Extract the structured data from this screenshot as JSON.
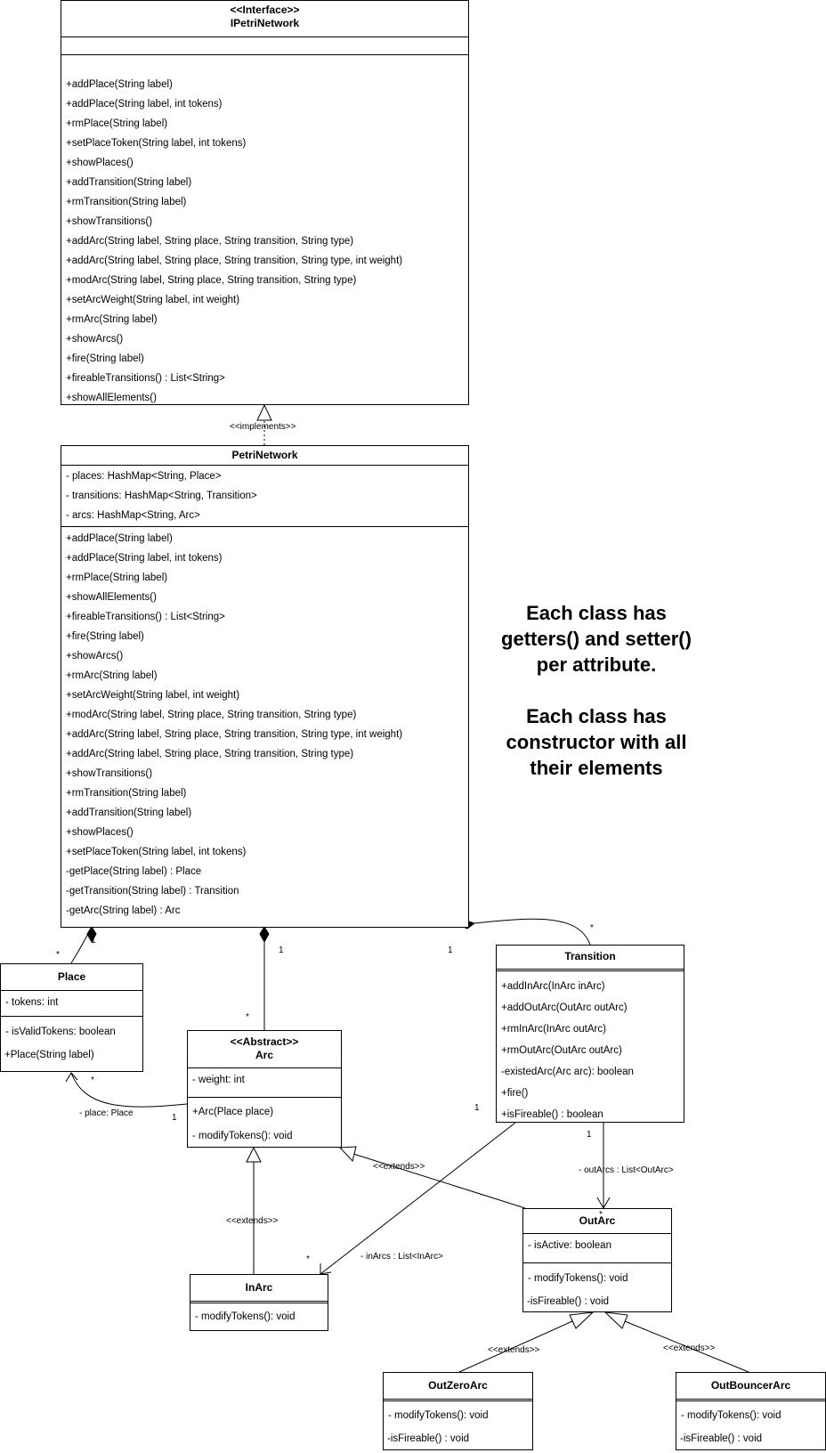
{
  "classes": {
    "ipetri": {
      "stereotype": "<<Interface>>",
      "name": "IPetriNetwork",
      "methods": [
        "+addPlace(String label)",
        "+addPlace(String label, int tokens)",
        "+rmPlace(String label)",
        "+setPlaceToken(String label, int tokens)",
        "+showPlaces()",
        "+addTransition(String label)",
        "+rmTransition(String label)",
        "+showTransitions()",
        "+addArc(String label, String place, String transition, String type)",
        "+addArc(String label, String place, String transition, String type, int weight)",
        "+modArc(String label, String place, String transition, String type)",
        "+setArcWeight(String label, int weight)",
        "+rmArc(String label)",
        "+showArcs()",
        "+fire(String label)",
        "+fireableTransitions() : List<String>",
        "+showAllElements()"
      ]
    },
    "petri": {
      "name": "PetriNetwork",
      "attributes": [
        "- places: HashMap<String, Place>",
        "- transitions: HashMap<String, Transition>",
        "- arcs: HashMap<String, Arc>"
      ],
      "methods": [
        "+addPlace(String label)",
        "+addPlace(String label, int tokens)",
        "+rmPlace(String label)",
        "+showAllElements()",
        "+fireableTransitions() : List<String>",
        "+fire(String label)",
        "+showArcs()",
        "+rmArc(String label)",
        "+setArcWeight(String label, int weight)",
        "+modArc(String label, String place, String transition, String type)",
        "+addArc(String label, String place, String transition, String type, int weight)",
        "+addArc(String label, String place, String transition, String type)",
        "+showTransitions()",
        "+rmTransition(String label)",
        "+addTransition(String label)",
        "+showPlaces()",
        "+setPlaceToken(String label, int tokens)",
        "-getPlace(String label) : Place",
        "-getTransition(String label) : Transition",
        "-getArc(String label) : Arc"
      ]
    },
    "place": {
      "name": "Place",
      "attributes": [
        "- tokens: int"
      ],
      "methods": [
        "- isValidTokens: boolean",
        "+Place(String label)"
      ]
    },
    "arc": {
      "stereotype": "<<Abstract>>",
      "name": "Arc",
      "attributes": [
        "- weight: int"
      ],
      "methods": [
        "+Arc(Place place)",
        "- modifyTokens(): void"
      ]
    },
    "transition": {
      "name": "Transition",
      "methods": [
        "+addInArc(InArc inArc)",
        "+addOutArc(OutArc outArc)",
        "+rmInArc(InArc outArc)",
        "+rmOutArc(OutArc outArc)",
        "-existedArc(Arc arc): boolean",
        "+fire()",
        "+isFireable() : boolean"
      ]
    },
    "outarc": {
      "name": "OutArc",
      "attributes": [
        "- isActive: boolean"
      ],
      "methods": [
        "- modifyTokens(): void",
        "-isFireable() : void"
      ]
    },
    "inarc": {
      "name": "InArc",
      "methods": [
        "- modifyTokens(): void"
      ]
    },
    "outzero": {
      "name": "OutZeroArc",
      "methods": [
        "- modifyTokens(): void",
        "-isFireable() : void"
      ]
    },
    "outbouncer": {
      "name": "OutBouncerArc",
      "methods": [
        "- modifyTokens(): void",
        "-isFireable() : void"
      ]
    }
  },
  "edge_labels": {
    "implements": "<<implements>>",
    "extends": "<<extends>>",
    "place_role": "- place: Place",
    "in_arcs_role": "- inArcs : List<InArc>",
    "out_arcs_role": "- outArcs : List<OutArc>",
    "one": "1",
    "many": "*"
  },
  "note": {
    "lines_a": [
      "Each class has",
      "getters() and setter()",
      "per  attribute."
    ],
    "lines_b": [
      "Each class has",
      "constructor with all",
      "their elements"
    ]
  }
}
